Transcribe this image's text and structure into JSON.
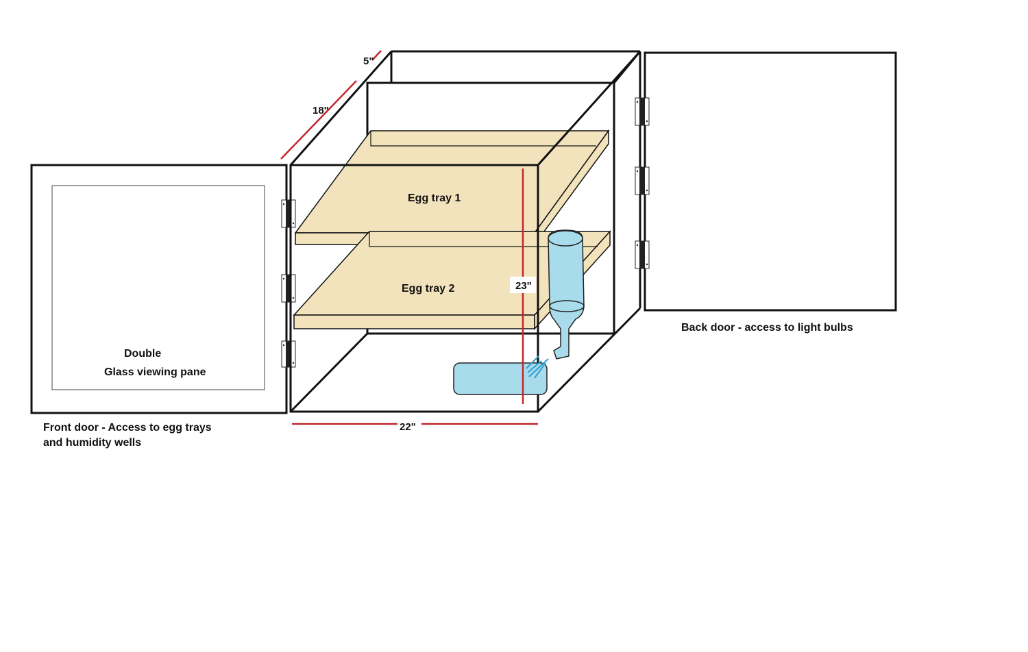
{
  "labels": {
    "egg_tray_1": "Egg tray 1",
    "egg_tray_2": "Egg tray 2",
    "pane_line1": "Double",
    "pane_line2": "Glass viewing pane",
    "front_door_line1": "Front door - Access to egg trays",
    "front_door_line2": "and humidity wells",
    "back_door": "Back door - access to light bulbs"
  },
  "dimensions": {
    "depth_small": "5\"",
    "depth": "18\"",
    "height": "23\"",
    "width": "22\""
  },
  "colors": {
    "tray_fill": "#f3e3bd",
    "water_fill": "#a8dcec",
    "water_stroke": "#2a9fd0",
    "dimension_line": "#c0282e",
    "outline": "#111111"
  }
}
